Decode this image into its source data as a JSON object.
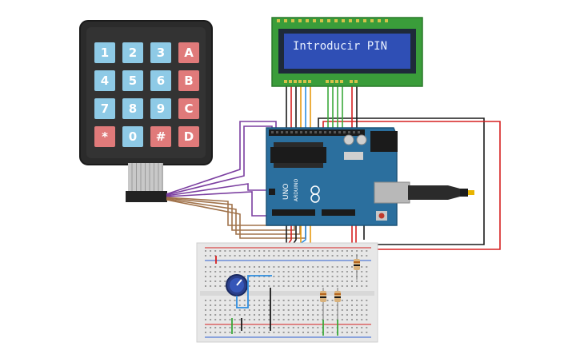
{
  "keypad": {
    "rows": [
      [
        "1",
        "2",
        "3",
        "A"
      ],
      [
        "4",
        "5",
        "6",
        "B"
      ],
      [
        "7",
        "8",
        "9",
        "C"
      ],
      [
        "*",
        "0",
        "#",
        "D"
      ]
    ]
  },
  "lcd": {
    "text": "Introducir PIN"
  },
  "arduino": {
    "logo": "UNO",
    "brand": "ARDUINO"
  },
  "colors": {
    "key_number": "#8ecae6",
    "key_letter": "#e07a7a",
    "keypad_body": "#2b2b2b",
    "lcd_board": "#3a9d3a",
    "lcd_screen": "#2f4fb5",
    "arduino_board": "#2b6f9e",
    "breadboard": "#e7e7e7",
    "wire_purple": "#7b3fa0",
    "wire_brown": "#a0724a",
    "wire_red": "#d62020",
    "wire_black": "#1a1a1a",
    "wire_green": "#3aa83a",
    "wire_orange": "#e89a10",
    "wire_blue": "#2d8de0"
  }
}
